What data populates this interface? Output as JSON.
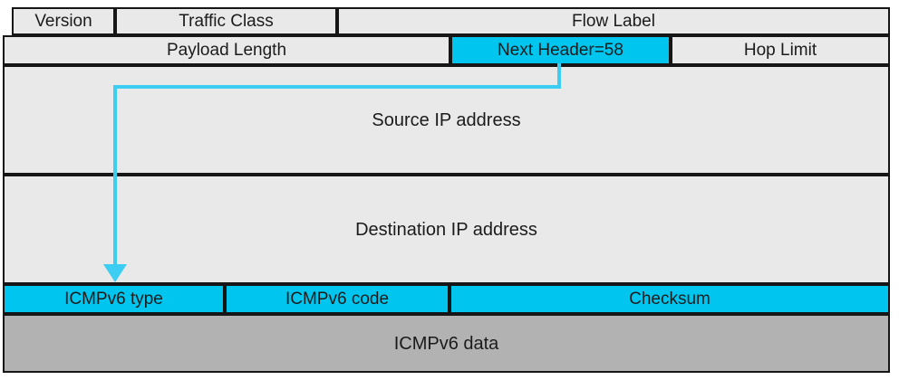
{
  "title": "IPv6 header with ICMPv6 message diagram",
  "colors": {
    "highlight_cyan": "#00c6ef",
    "cell_background": "#e9e9e9",
    "data_row_gray": "#b2b2b2",
    "border": "#161616",
    "arrow_cyan": "#3ccef2",
    "page_background": "#ffffff"
  },
  "rows": [
    {
      "cells": [
        {
          "label": "Version"
        },
        {
          "label": "Traffic Class"
        },
        {
          "label": "Flow Label"
        }
      ]
    },
    {
      "cells": [
        {
          "label": "Payload Length"
        },
        {
          "label": "Next Header=58",
          "highlighted": true
        },
        {
          "label": "Hop Limit"
        }
      ]
    },
    {
      "cells": [
        {
          "label": "Source IP address"
        }
      ]
    },
    {
      "cells": [
        {
          "label": "Destination IP address"
        }
      ]
    },
    {
      "cells": [
        {
          "label": "ICMPv6 type",
          "highlighted": true
        },
        {
          "label": "ICMPv6 code",
          "highlighted": true
        },
        {
          "label": "Checksum",
          "highlighted": true
        }
      ]
    },
    {
      "cells": [
        {
          "label": "ICMPv6 data"
        }
      ]
    }
  ],
  "arrow": {
    "from_field": "Next Header=58",
    "to_field": "ICMPv6 type"
  }
}
